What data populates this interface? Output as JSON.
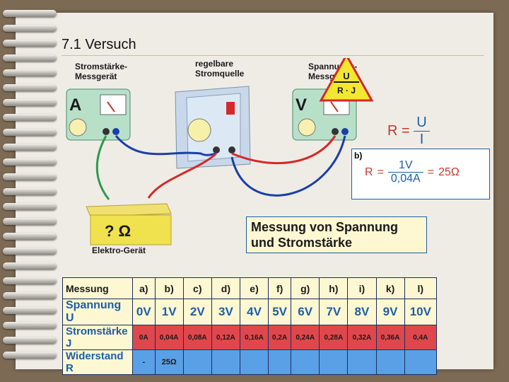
{
  "title": "7.1 Versuch",
  "labels": {
    "ammeter": [
      "Stromstärke-",
      "Messgerät"
    ],
    "source": [
      "regelbare",
      "Stromquelle"
    ],
    "voltmeter": [
      "Spannungs-",
      "Messgerät"
    ],
    "ammeter_symbol": "A",
    "voltmeter_symbol": "V",
    "device": "Elektro-Gerät",
    "device_symbol": "? Ω"
  },
  "triangle": {
    "top": "U",
    "bottom": "R · J"
  },
  "formula1": {
    "lhs": "R",
    "num": "U",
    "den": "I"
  },
  "formula2": {
    "label": "b)",
    "lhs": "R",
    "num": "1V",
    "den": "0,04A",
    "rhs": "25Ω"
  },
  "measurement_title": [
    "Messung von Spannung",
    "und Stromstärke"
  ],
  "table": {
    "headers": [
      "Messung",
      "a)",
      "b)",
      "c)",
      "d)",
      "e)",
      "f)",
      "g)",
      "h)",
      "i)",
      "k)",
      "l)"
    ],
    "voltage": [
      "Spannung U",
      "0V",
      "1V",
      "2V",
      "3V",
      "4V",
      "5V",
      "6V",
      "7V",
      "8V",
      "9V",
      "10V"
    ],
    "current": [
      "Stromstärke J",
      "0A",
      "0,04A",
      "0,08A",
      "0,12A",
      "0,16A",
      "0,2A",
      "0,24A",
      "0,28A",
      "0,32A",
      "0,36A",
      "0,4A"
    ],
    "resistance": [
      "Widerstand R",
      "-",
      "25Ω",
      "",
      "",
      "",
      "",
      "",
      "",
      "",
      "",
      ""
    ]
  },
  "colors": {
    "red": "#e0474c",
    "blue": "#5aa0e6",
    "text_blue": "#1b5fa8"
  }
}
